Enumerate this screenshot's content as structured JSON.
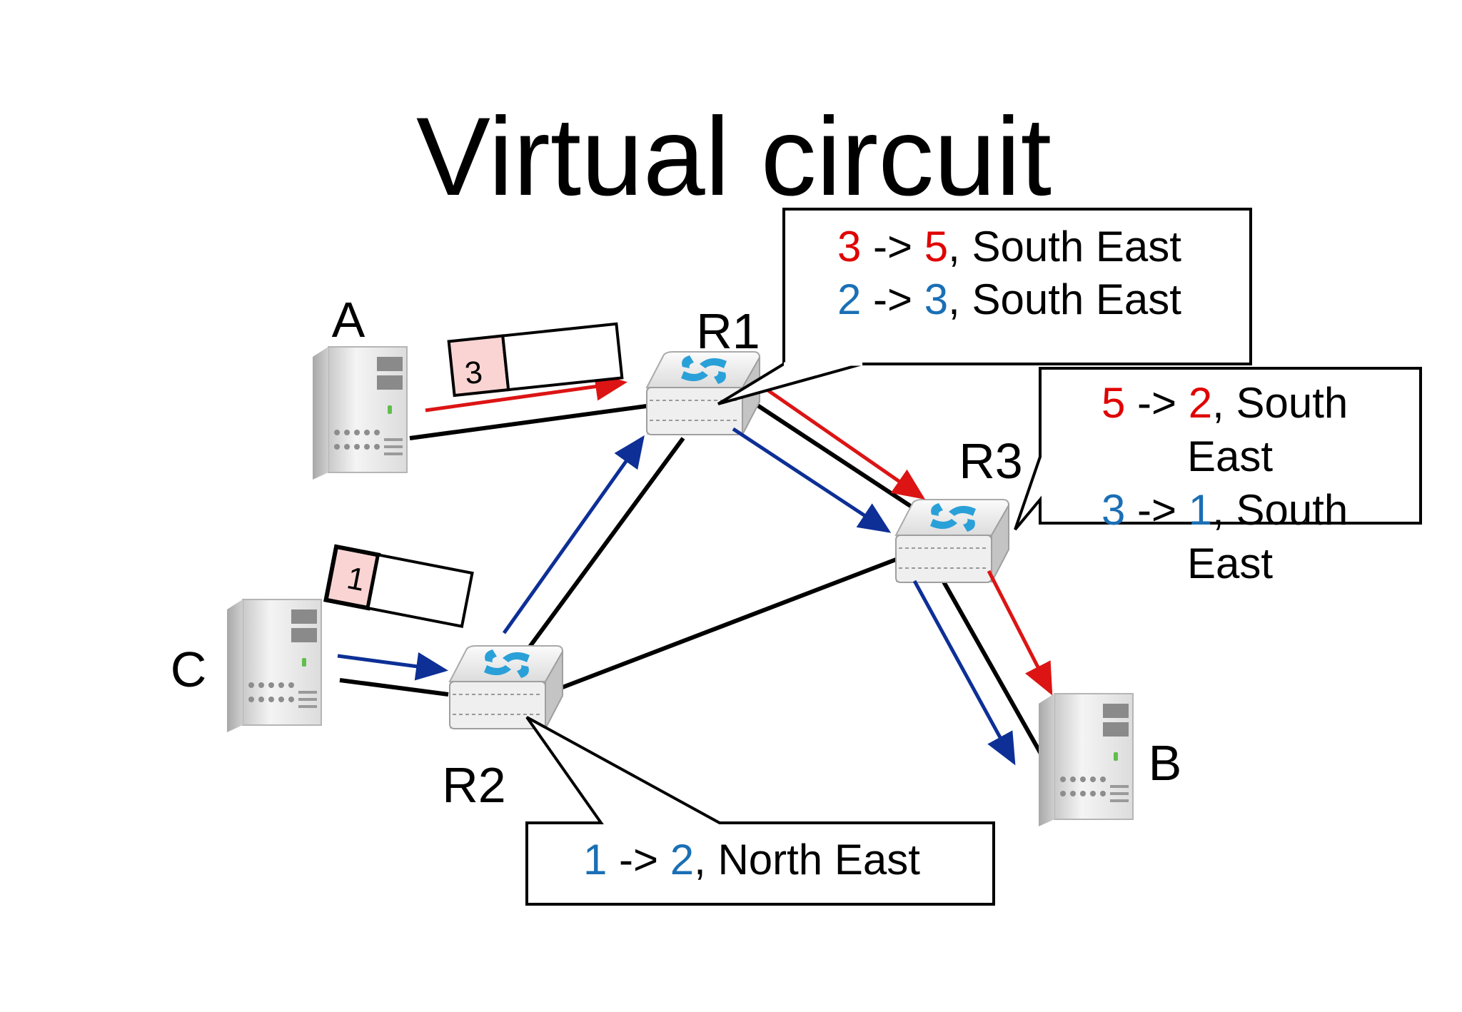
{
  "title": "Virtual circuit",
  "colors": {
    "red": "#e00000",
    "blue": "#1a6fb5",
    "arrow_red": "#dc1414",
    "arrow_blue": "#0d2f96",
    "packet_fill": "#f9d4d2",
    "router_icon": "#2aa0d8"
  },
  "hosts": {
    "a": "A",
    "b": "B",
    "c": "C"
  },
  "routers": {
    "r1": "R1",
    "r2": "R2",
    "r3": "R3"
  },
  "packets": {
    "red_label": "3",
    "blue_label": "1"
  },
  "tables": {
    "r1": {
      "row1": {
        "in": "3",
        "sep": " -> ",
        "out": "5",
        "dir": ", South East"
      },
      "row2": {
        "in": "2",
        "sep": " -> ",
        "out": "3",
        "dir": ", South East"
      }
    },
    "r3": {
      "row1": {
        "in": "5",
        "sep": " -> ",
        "out": "2",
        "dir": ", South",
        "dir_cont": "East"
      },
      "row2": {
        "in": "3",
        "sep": " -> ",
        "out": "1",
        "dir": ", South",
        "dir_cont": "East"
      }
    },
    "r2": {
      "row1": {
        "in": "1",
        "sep": " -> ",
        "out": "2",
        "dir": ", North East"
      }
    }
  }
}
